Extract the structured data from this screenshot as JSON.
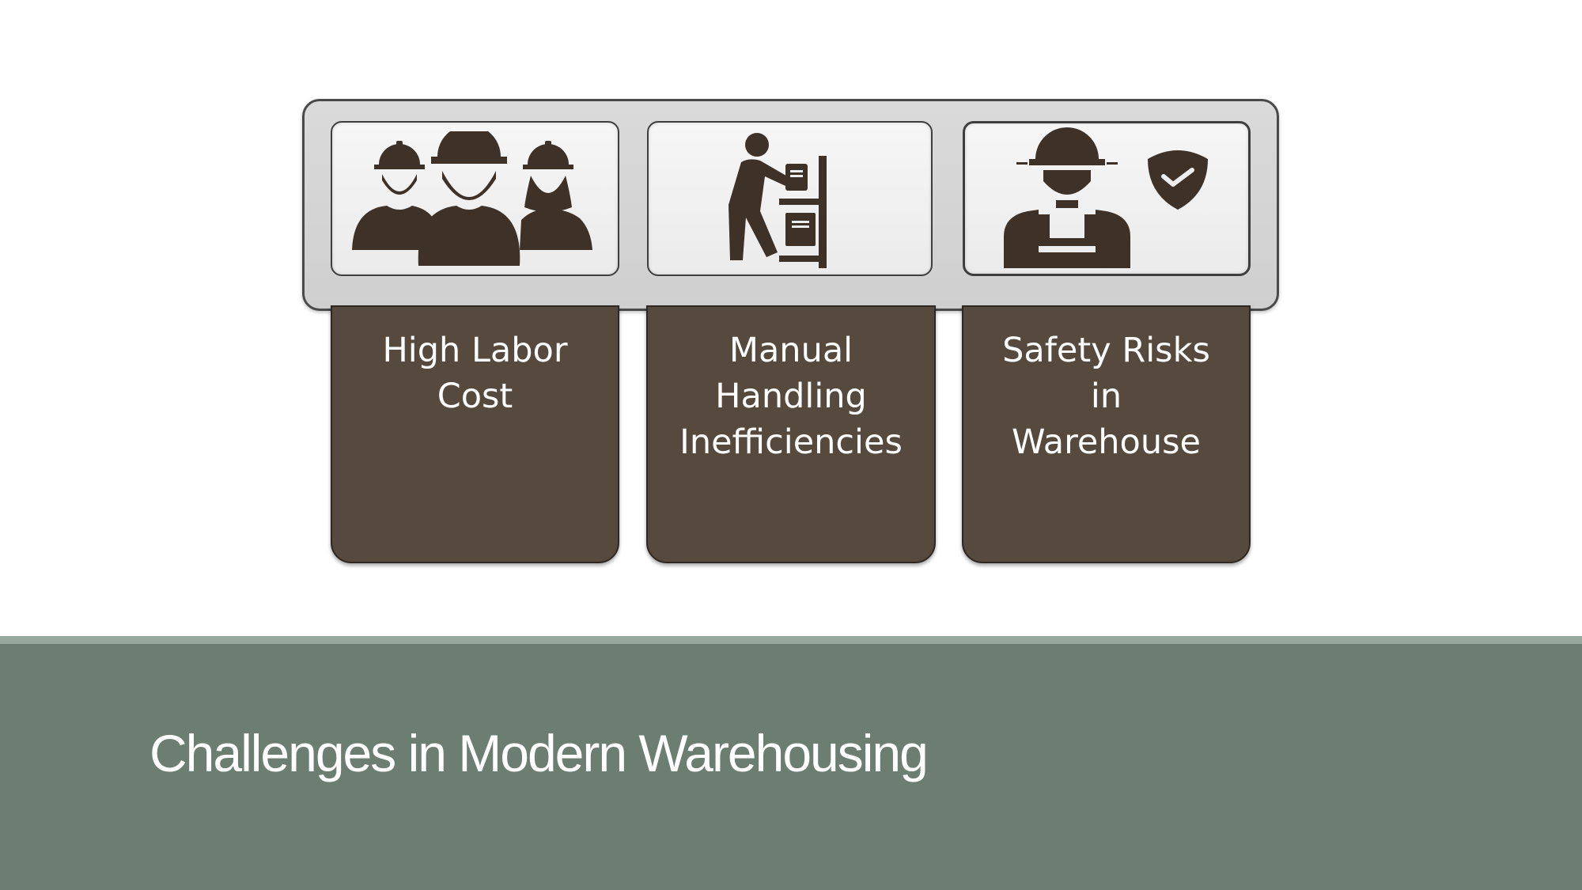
{
  "slide": {
    "title": "Challenges in Modern Warehousing",
    "colors": {
      "card_brown": "#564a3e",
      "band_green": "#6c7e72",
      "icon_dark": "#3d3128"
    }
  },
  "challenges": [
    {
      "label": "High Labor\nCost",
      "icon": "workers-group-icon"
    },
    {
      "label": "Manual\nHandling\nInefficiencies",
      "icon": "worker-lifting-box-icon"
    },
    {
      "label": "Safety Risks\nin\nWarehouse",
      "icon": "worker-safety-shield-icon"
    }
  ]
}
